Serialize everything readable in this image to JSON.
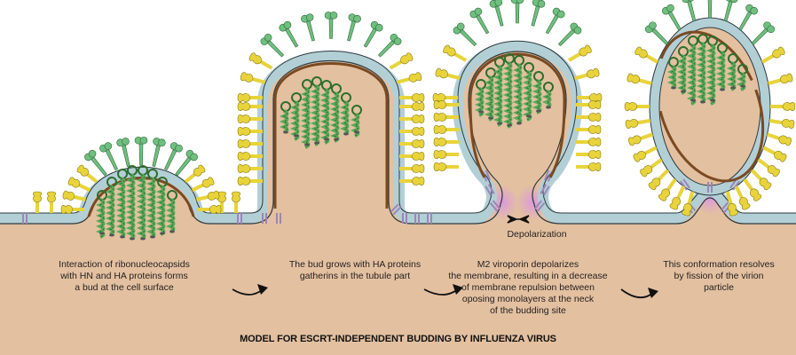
{
  "colors": {
    "background_outside": "#ffffff",
    "cytoplasm": "#e3c0a0",
    "membrane_fill": "#b3cfd6",
    "membrane_edge": "#2d3a3e",
    "matrix_protein": "#7a4a22",
    "ha_protein": "#e8d43a",
    "ha_protein_edge": "#8a7a10",
    "na_protein": "#6fbf7f",
    "na_protein_edge": "#2f6b3c",
    "rnp": "#5aa85a",
    "rnp_edge": "#2c6e2c",
    "m2_channel": "#9b86b8",
    "depolarization_glow": "#d98ef0",
    "text": "#231f20"
  },
  "diagram": {
    "title": "MODEL FOR ESCRT-INDEPENDENT BUDDING BY INFLUENZA VIRUS",
    "depolarization_label": "Depolarization",
    "stages": [
      {
        "id": "stage-1",
        "caption": [
          "Interaction of ribonucleocapsids",
          "with HN and HA proteins forms",
          "a bud at the cell surface"
        ]
      },
      {
        "id": "stage-2",
        "caption": [
          "The bud grows with HA proteins",
          "gatherins in the tubule part"
        ]
      },
      {
        "id": "stage-3",
        "caption": [
          "M2 viroporin depolarizes",
          "the membrane, resulting in a decrease",
          "of membrane repulsion between",
          "oposing monolayers at the neck",
          "of the budding site"
        ]
      },
      {
        "id": "stage-4",
        "caption": [
          "This conformation resolves",
          "by fission of the virion",
          "particle"
        ]
      }
    ],
    "arrows": [
      {
        "from": "stage-1",
        "to": "stage-2",
        "icon": "curved-arrow-icon"
      },
      {
        "from": "stage-2",
        "to": "stage-3",
        "icon": "curved-arrow-icon"
      },
      {
        "from": "stage-3",
        "to": "stage-4",
        "icon": "curved-arrow-icon"
      }
    ]
  }
}
